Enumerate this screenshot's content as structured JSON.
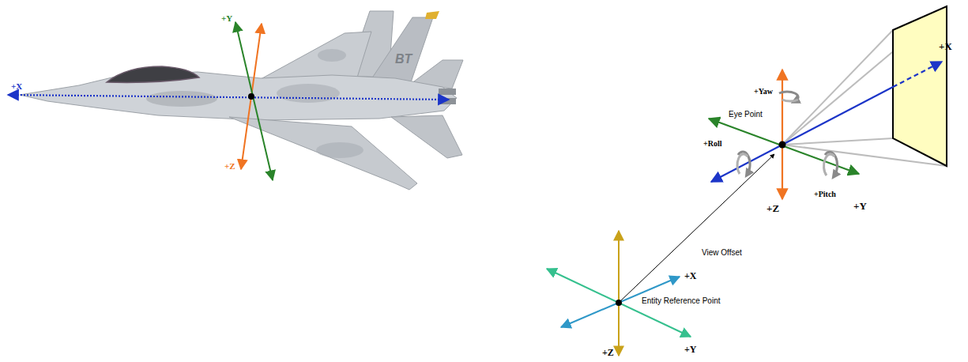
{
  "diagram": {
    "labels": [
      "+X",
      "+Y",
      "+Z",
      "BT",
      "+X",
      "+Yaw",
      "Eye Point",
      "+Roll",
      "+Pitch",
      "+Y",
      "+Z",
      "View Offset",
      "+X",
      "Entity Reference Point",
      "+Y",
      "+Z"
    ]
  }
}
